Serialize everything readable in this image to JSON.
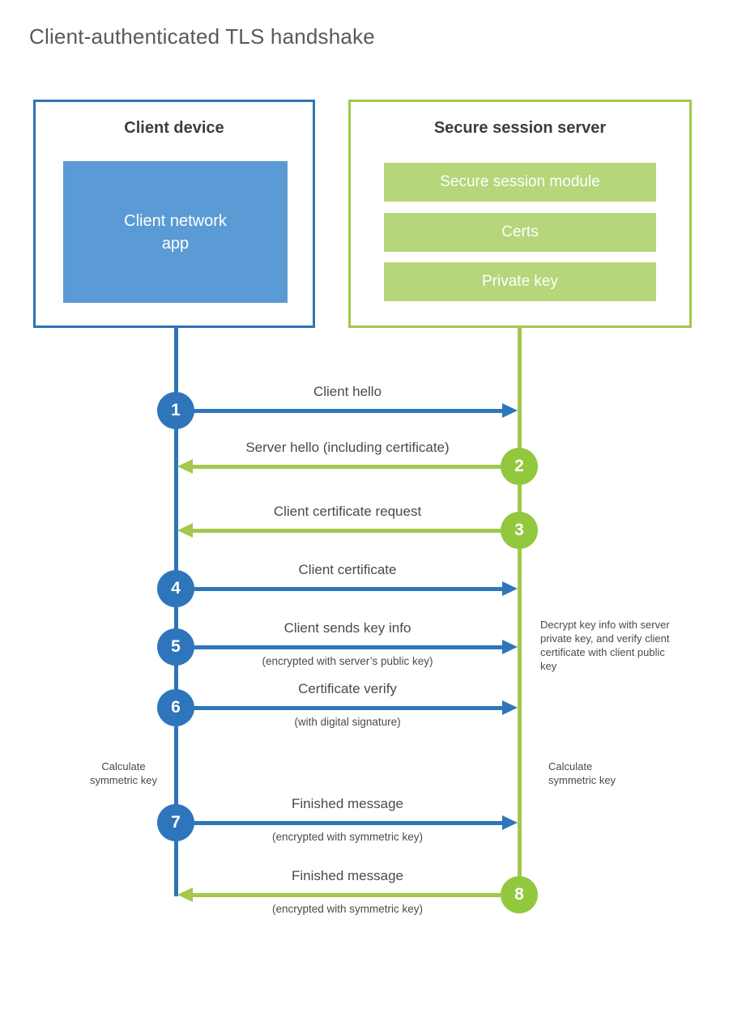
{
  "title": "Client-authenticated TLS handshake",
  "colors": {
    "blue": "#2e75bb",
    "blue_border": "#2e74b5",
    "blue_fill": "#5b9bd5",
    "green": "#a3c84c",
    "green_circle": "#92c83e",
    "green_fill": "#b5d67a"
  },
  "client_box": {
    "title": "Client device",
    "app_label": "Client network app"
  },
  "server_box": {
    "title": "Secure session server",
    "modules": [
      "Secure session module",
      "Certs",
      "Private key"
    ]
  },
  "sequence": {
    "steps": [
      {
        "num": "1",
        "from": "client",
        "label": "Client hello",
        "sublabel": ""
      },
      {
        "num": "2",
        "from": "server",
        "label": "Server hello (including certificate)",
        "sublabel": ""
      },
      {
        "num": "3",
        "from": "server",
        "label": "Client certificate request",
        "sublabel": ""
      },
      {
        "num": "4",
        "from": "client",
        "label": "Client certificate",
        "sublabel": ""
      },
      {
        "num": "5",
        "from": "client",
        "label": "Client sends key info",
        "sublabel": "(encrypted with server’s public key)"
      },
      {
        "num": "6",
        "from": "client",
        "label": "Certificate verify",
        "sublabel": "(with digital signature)"
      },
      {
        "num": "7",
        "from": "client",
        "label": "Finished message",
        "sublabel": "(encrypted with symmetric key)"
      },
      {
        "num": "8",
        "from": "server",
        "label": "Finished message",
        "sublabel": "(encrypted with symmetric key)"
      }
    ],
    "annotations": {
      "decrypt_note": "Decrypt key info with server private key, and verify client certificate with client public key",
      "calc_left": "Calculate symmetric key",
      "calc_right": "Calculate symmetric key"
    }
  }
}
